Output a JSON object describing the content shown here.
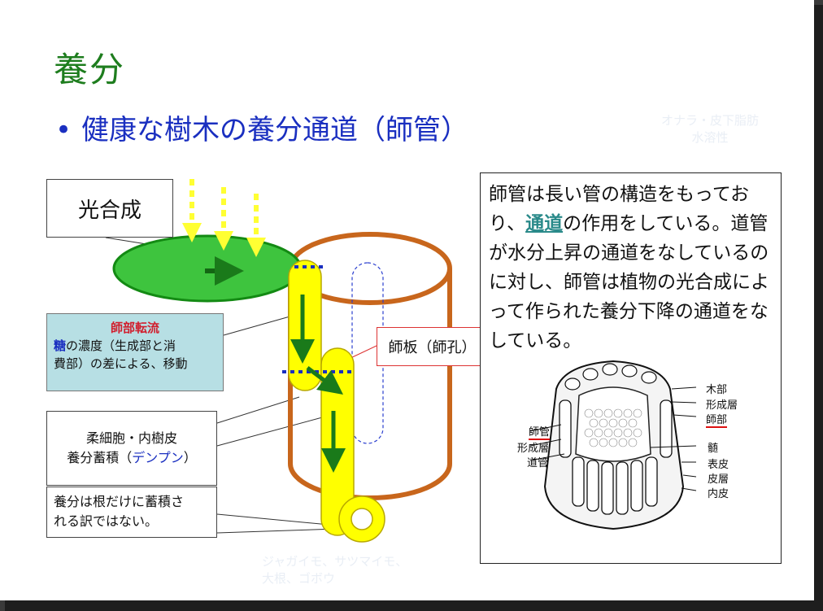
{
  "slide": {
    "title": "養分",
    "bullet_marker": "•",
    "bullet_text": "健康な樹木の養分通道（師管）",
    "faint_note_1a": "オナラ・皮下脂肪",
    "faint_note_1b": "水溶性",
    "faint_note_2a": "ジャガイモ、サツマイモ、",
    "faint_note_2b": "大根、ゴボウ"
  },
  "diagram": {
    "photosynthesis_label": "光合成",
    "translocation": {
      "heading": "師部転流",
      "line1_bold": "糖",
      "line1_rest": "の濃度（生成部と消",
      "line2": "費部）の差による、移動"
    },
    "storage": {
      "line1": "柔細胞・内樹皮",
      "line2_prefix": "養分蓄積（",
      "line2_blue": "デンプン",
      "line2_suffix": "）"
    },
    "root_note": {
      "line1": "養分は根だけに蓄積さ",
      "line2": "れる訳ではない。"
    },
    "sieve_plate_label": "師板（師孔）"
  },
  "explanation": {
    "part1": "師管は長い管の構造をもっており、",
    "link": "通道",
    "part2": "の作用をしている。道管が水分上昇の通道をなしているのに対し、師管は植物の光合成によって作られた養分下降の通道をなしている。"
  },
  "stem_labels": {
    "right": [
      "木部",
      "形成層",
      "師部",
      "髄",
      "表皮",
      "皮層",
      "内皮"
    ],
    "left": [
      "師管",
      "形成層",
      "道管"
    ]
  },
  "colors": {
    "title": "#1e7d1e",
    "bullet": "#1a2fc0",
    "leaf": "#3ec43e",
    "tube": "#ffff00",
    "cylinder": "#c8661c",
    "arrow": "#1a7a1a",
    "sunlight": "#ffff33",
    "dotted_line": "#1a2fc0",
    "highlight_red": "#d11e2d"
  }
}
